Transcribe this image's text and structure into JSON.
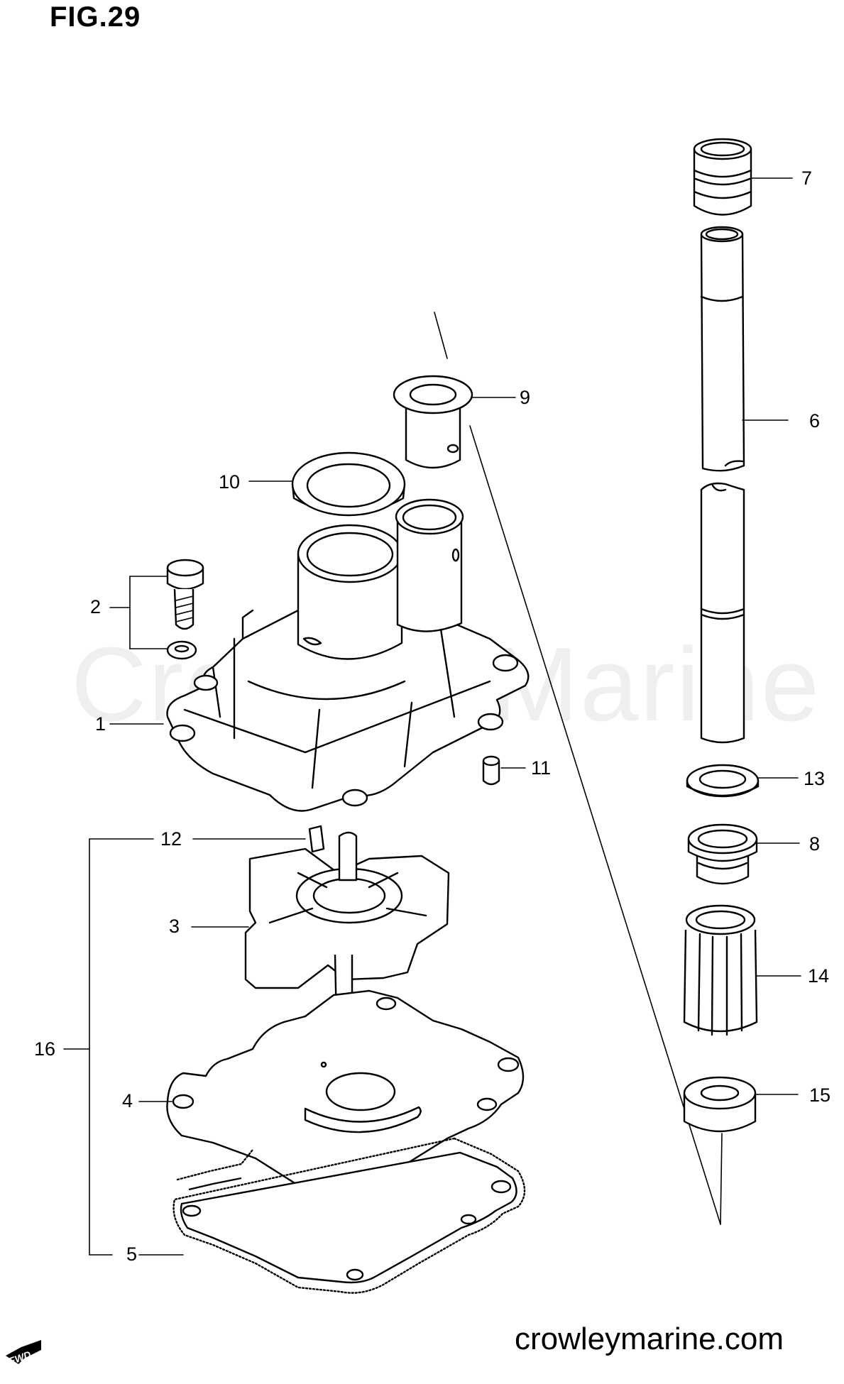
{
  "figure": {
    "title": "FIG.29"
  },
  "watermark": "Crowley Marine",
  "site": "crowleymarine.com",
  "fwd_badge": "FWD",
  "callouts": [
    {
      "id": "p1",
      "label": "1"
    },
    {
      "id": "p2",
      "label": "2"
    },
    {
      "id": "p3",
      "label": "3"
    },
    {
      "id": "p4",
      "label": "4"
    },
    {
      "id": "p5",
      "label": "5"
    },
    {
      "id": "p6",
      "label": "6"
    },
    {
      "id": "p7",
      "label": "7"
    },
    {
      "id": "p8",
      "label": "8"
    },
    {
      "id": "p9",
      "label": "9"
    },
    {
      "id": "p10",
      "label": "10"
    },
    {
      "id": "p11",
      "label": "11"
    },
    {
      "id": "p12",
      "label": "12"
    },
    {
      "id": "p13",
      "label": "13"
    },
    {
      "id": "p14",
      "label": "14"
    },
    {
      "id": "p15",
      "label": "15"
    },
    {
      "id": "p16",
      "label": "16"
    }
  ]
}
